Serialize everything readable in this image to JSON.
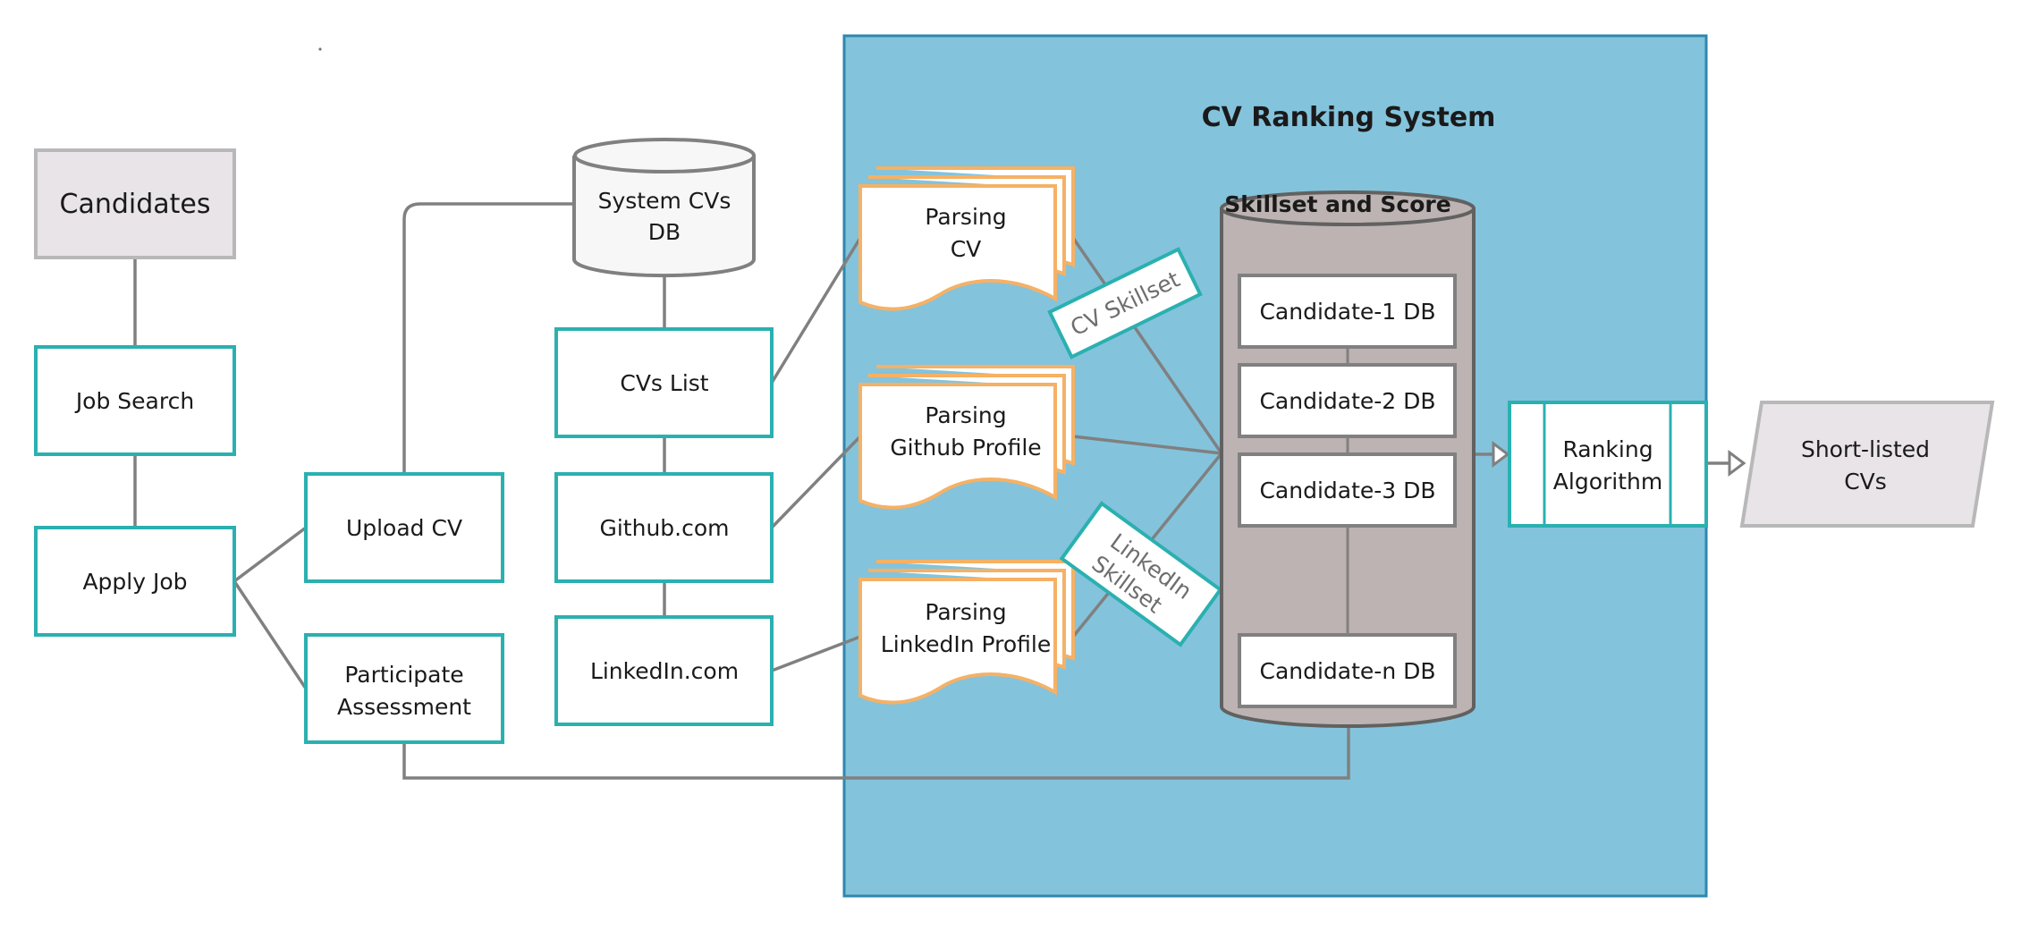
{
  "diagram": {
    "title": "CV Ranking System",
    "colors": {
      "container_fill": "#84c3dc",
      "container_stroke": "#2e88ad",
      "process_stroke": "#2bb0b0",
      "doc_stroke": "#f5b165",
      "connector": "#808080",
      "terminal_fill": "#e8e4e8",
      "terminal_stroke": "#b8b8b8",
      "db_fill": "#bcb3b2",
      "db_stroke": "#616161"
    },
    "actor": {
      "label": "Candidates"
    },
    "candidate_flow": [
      {
        "id": "job-search",
        "label": "Job Search"
      },
      {
        "id": "apply-job",
        "label": "Apply Job"
      },
      {
        "id": "upload-cv",
        "label": "Upload CV"
      },
      {
        "id": "participate-assessment",
        "lines": [
          "Participate",
          "Assessment"
        ]
      }
    ],
    "system_db": {
      "lines": [
        "System CVs",
        "DB"
      ]
    },
    "sources": [
      {
        "id": "cvs-list",
        "label": "CVs List"
      },
      {
        "id": "github",
        "label": "Github.com"
      },
      {
        "id": "linkedin",
        "label": "LinkedIn.com"
      }
    ],
    "parsers": [
      {
        "id": "parsing-cv",
        "lines": [
          "Parsing",
          "CV"
        ]
      },
      {
        "id": "parsing-github",
        "lines": [
          "Parsing",
          "Github Profile"
        ]
      },
      {
        "id": "parsing-linkedin",
        "lines": [
          "Parsing",
          "LinkedIn Profile"
        ]
      }
    ],
    "edge_labels": [
      {
        "id": "cv-skillset",
        "lines": [
          "CV Skillset"
        ]
      },
      {
        "id": "linkedin-skillset",
        "lines": [
          "LinkedIn",
          "Skillset"
        ]
      }
    ],
    "skill_db": {
      "label": "Skillset and Score",
      "candidates": [
        "Candidate-1 DB",
        "Candidate-2 DB",
        "Candidate-3 DB",
        "Candidate-n DB"
      ]
    },
    "ranking": {
      "lines": [
        "Ranking",
        "Algorithm"
      ]
    },
    "output": {
      "lines": [
        "Short-listed",
        "CVs"
      ]
    }
  }
}
